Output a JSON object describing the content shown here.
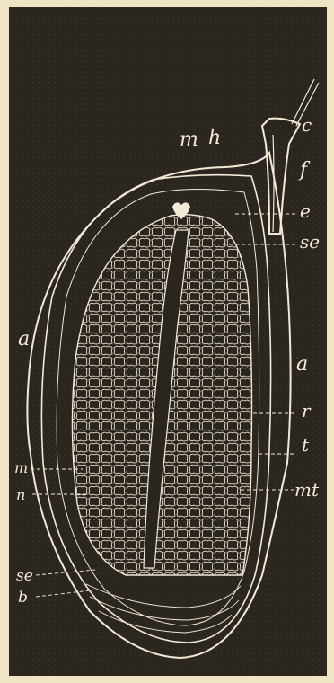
{
  "labels": {
    "m": "m",
    "h": "h",
    "c": "c",
    "f": "f",
    "e": "e",
    "se_right": "se",
    "a_left": "a",
    "a_right": "a",
    "r": "r",
    "t": "t",
    "m_left": "m",
    "n": "n",
    "mt": "mt",
    "se_left": "se",
    "b": "b"
  },
  "colors": {
    "paper": "#efe4c4",
    "ink": "#2b2520",
    "line": "#f1ead6"
  }
}
